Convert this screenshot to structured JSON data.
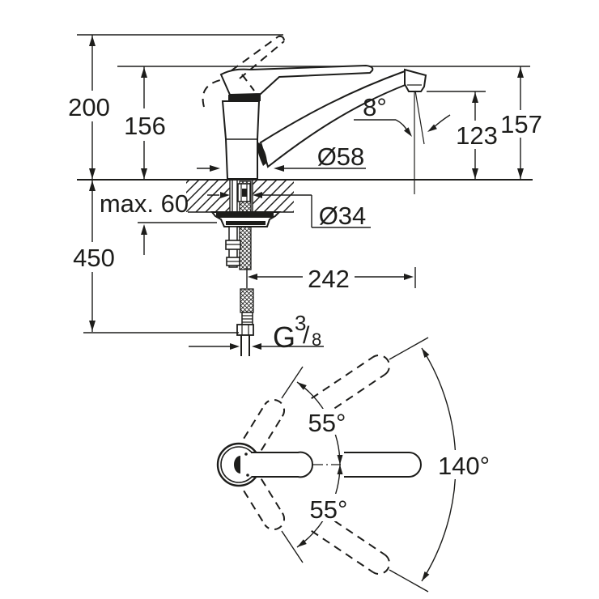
{
  "side_view": {
    "height_above_deck": "200",
    "height_to_lever": "156",
    "spout_height_right": "157",
    "outlet_height": "123",
    "outlet_angle": "8°",
    "base_diameter": "Ø58",
    "max_deck_thickness": "max. 60",
    "hole_diameter": "Ø34",
    "below_deck_length": "450",
    "spout_reach": "242",
    "thread": {
      "prefix": "G",
      "numerator": "3",
      "slash": "/",
      "denominator": "8"
    }
  },
  "top_view": {
    "lever_swing_upper": "55°",
    "lever_swing_lower": "55°",
    "spout_swivel": "140°"
  },
  "colors": {
    "line": "#1d1d1b",
    "background": "#ffffff"
  }
}
